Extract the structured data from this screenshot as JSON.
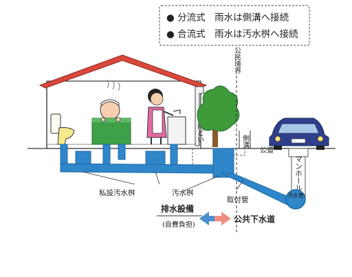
{
  "legend": {
    "separate": "● 分流式　雨水は側溝へ接続",
    "combined": "● 合流式　雨水は汚水桝へ接続",
    "separate_color": "#1a9a3c",
    "combined_color": "#c2187a"
  },
  "labels": {
    "boundary": "公民境界",
    "gutter": "側溝",
    "rain_gutter": "雨どい",
    "public_road": "公道",
    "manhole": "マンホール",
    "sewer_pipe": "汚水管",
    "private_basin": "私設汚水桝",
    "sewage_basin": "汚水桝",
    "connection_pipe": "取付管",
    "drainage_facility": "排水設備",
    "self_burden": "(自費負担)",
    "public_sewer": "公共下水道"
  },
  "colors": {
    "pipe": "#2f86c8",
    "pipe_dark": "#1f6aa8",
    "roof": "#d9483b",
    "tree": "#3f9a3a",
    "car": "#2f3f8c",
    "arrow_left": "#4c8fd0",
    "arrow_right": "#ef8e80",
    "self_burden": "#c2187a"
  }
}
